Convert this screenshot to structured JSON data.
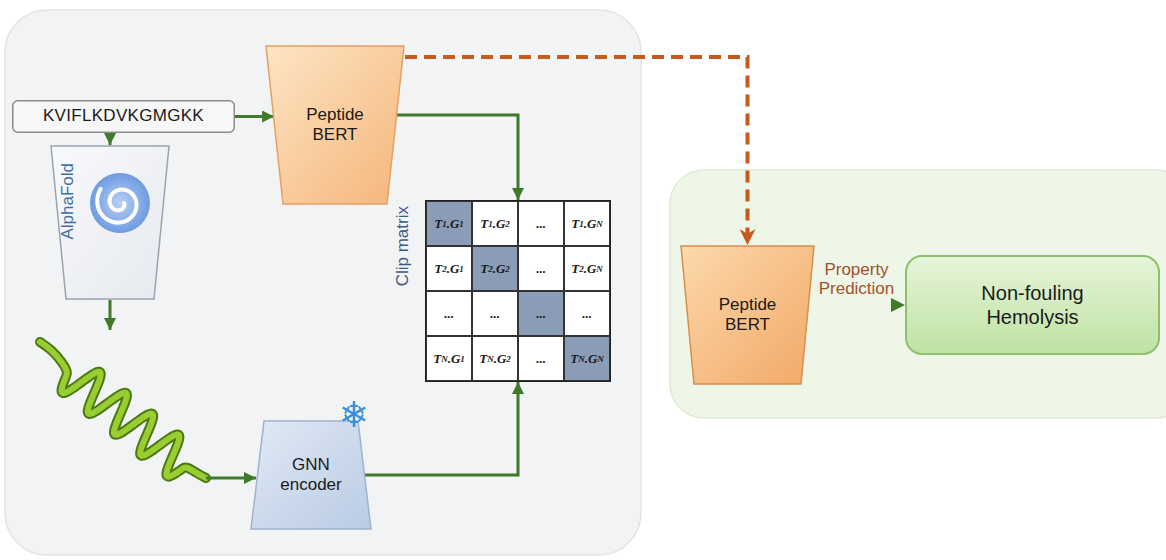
{
  "diagram": {
    "nodes": [
      {
        "text": [
          "KVIFLKDVKGMGKK"
        ]
      },
      {
        "text": [
          "Peptide BERT"
        ]
      },
      {
        "text": [
          "AlphaFold"
        ]
      },
      {
        "text": [
          "GNN encoder"
        ]
      },
      {
        "text": [
          "Clip matrix"
        ]
      },
      {
        "text": [
          "Peptide BERT"
        ]
      },
      {
        "text": [
          "Non-fouling Hemolysis"
        ]
      }
    ],
    "edges": [
      {
        "from": 0,
        "to": 1,
        "arrow": "to"
      },
      {
        "from": 0,
        "to": 2,
        "arrow": "to"
      },
      {
        "from": 1,
        "to": 4,
        "arrow": "to"
      },
      {
        "from": 3,
        "to": 4,
        "arrow": "to"
      },
      {
        "from": 1,
        "to": 5,
        "arrow": "to"
      },
      {
        "from": 5,
        "to": 6,
        "label": "Property Prediction",
        "arrow": "to"
      }
    ],
    "labels": [
      "T1.G1",
      "T1.G2",
      "...",
      "T1.GN",
      "T2.G1",
      "T2.G2",
      "...",
      "T2.GN",
      "...",
      "...",
      "...",
      "...",
      "TN.G1",
      "TN.G2",
      "...",
      "TN.GN"
    ]
  }
}
